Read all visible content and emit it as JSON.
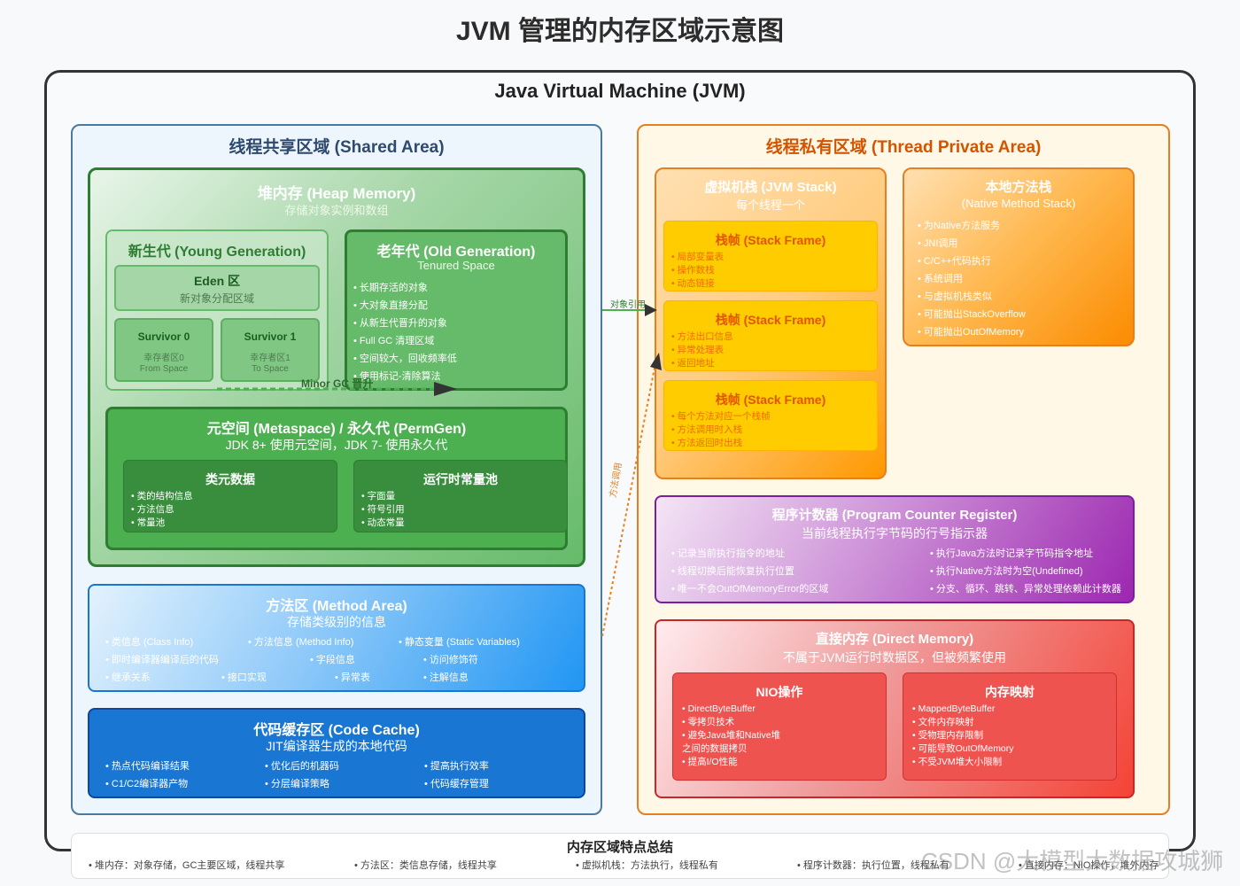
{
  "title": "JVM 管理的内存区域示意图",
  "jvm_title": "Java Virtual Machine (JVM)",
  "shared": {
    "title": "线程共享区域 (Shared Area)",
    "heap": {
      "title": "堆内存 (Heap Memory)",
      "subtitle": "存储对象实例和数组",
      "young": {
        "title": "新生代 (Young Generation)",
        "eden": {
          "title": "Eden 区",
          "subtitle": "新对象分配区域"
        },
        "survivor0": {
          "title": "Survivor 0",
          "line1": "幸存者区0",
          "line2": "From Space"
        },
        "survivor1": {
          "title": "Survivor 1",
          "line1": "幸存者区1",
          "line2": "To Space"
        }
      },
      "old": {
        "title": "老年代 (Old Generation)",
        "subtitle": "Tenured Space",
        "items": [
          "长期存活的对象",
          "大对象直接分配",
          "从新生代晋升的对象",
          "Full GC 清理区域",
          "空间较大，回收频率低",
          "使用标记-清除算法"
        ]
      },
      "minor_gc_label": "Minor GC 晋升",
      "metaspace": {
        "title": "元空间 (Metaspace) / 永久代 (PermGen)",
        "subtitle": "JDK 8+ 使用元空间，JDK 7- 使用永久代",
        "class_meta": {
          "title": "类元数据",
          "items": [
            "类的结构信息",
            "方法信息",
            "常量池"
          ]
        },
        "runtime_pool": {
          "title": "运行时常量池",
          "items": [
            "字面量",
            "符号引用",
            "动态常量"
          ]
        }
      }
    },
    "method_area": {
      "title": "方法区 (Method Area)",
      "subtitle": "存储类级别的信息",
      "rows": [
        [
          "类信息 (Class Info)",
          "方法信息 (Method Info)",
          "静态变量 (Static Variables)"
        ],
        [
          "即时编译器编译后的代码",
          "字段信息",
          "访问修饰符"
        ],
        [
          "继承关系",
          "接口实现",
          "异常表",
          "注解信息"
        ]
      ]
    },
    "code_cache": {
      "title": "代码缓存区 (Code Cache)",
      "subtitle": "JIT编译器生成的本地代码",
      "rows": [
        [
          "热点代码编译结果",
          "优化后的机器码",
          "提高执行效率"
        ],
        [
          "C1/C2编译器产物",
          "分层编译策略",
          "代码缓存管理"
        ]
      ]
    }
  },
  "private": {
    "title": "线程私有区域 (Thread Private Area)",
    "jvm_stack": {
      "title": "虚拟机栈 (JVM Stack)",
      "subtitle": "每个线程一个",
      "frames": [
        {
          "title": "栈帧 (Stack Frame)",
          "items": [
            "局部变量表",
            "操作数栈",
            "动态链接"
          ]
        },
        {
          "title": "栈帧 (Stack Frame)",
          "items": [
            "方法出口信息",
            "异常处理表",
            "返回地址"
          ]
        },
        {
          "title": "栈帧 (Stack Frame)",
          "items": [
            "每个方法对应一个栈帧",
            "方法调用时入栈",
            "方法返回时出栈"
          ]
        }
      ]
    },
    "native_stack": {
      "title": "本地方法栈",
      "subtitle": "(Native Method Stack)",
      "items": [
        "为Native方法服务",
        "JNI调用",
        "C/C++代码执行",
        "系统调用",
        "与虚拟机栈类似",
        "可能抛出StackOverflow",
        "可能抛出OutOfMemory"
      ]
    },
    "pc": {
      "title": "程序计数器 (Program Counter Register)",
      "subtitle": "当前线程执行字节码的行号指示器",
      "left": [
        "记录当前执行指令的地址",
        "线程切换后能恢复执行位置",
        "唯一不会OutOfMemoryError的区域"
      ],
      "right": [
        "执行Java方法时记录字节码指令地址",
        "执行Native方法时为空(Undefined)",
        "分支、循环、跳转、异常处理依赖此计数器"
      ]
    },
    "direct": {
      "title": "直接内存 (Direct Memory)",
      "subtitle": "不属于JVM运行时数据区，但被频繁使用",
      "nio": {
        "title": "NIO操作",
        "items": [
          "• DirectByteBuffer",
          "• 零拷贝技术",
          "• 避免Java堆和Native堆",
          "之间的数据拷贝",
          "• 提高I/O性能"
        ]
      },
      "mmap": {
        "title": "内存映射",
        "items": [
          "MappedByteBuffer",
          "文件内存映射",
          "受物理内存限制",
          "可能导致OutOfMemory",
          "不受JVM堆大小限制"
        ]
      }
    }
  },
  "arrows": {
    "object_ref": "对象引用",
    "method_call": "方法调用"
  },
  "summary": {
    "title": "内存区域特点总结",
    "items": [
      "堆内存：对象存储，GC主要区域，线程共享",
      "方法区：类信息存储，线程共享",
      "虚拟机栈：方法执行，线程私有",
      "程序计数器：执行位置，线程私有",
      "直接内存：NIO操作，堆外内存"
    ]
  },
  "watermark": "CSDN @大模型大数据攻城狮",
  "colors": {
    "heap_border": "#2e7d32",
    "method_area": "#2196f3",
    "code_cache": "#1976d2",
    "stack_frame": "#ffcc00",
    "private_border": "#e67e22",
    "pc": "#9c27b0",
    "direct": "#f44336"
  }
}
